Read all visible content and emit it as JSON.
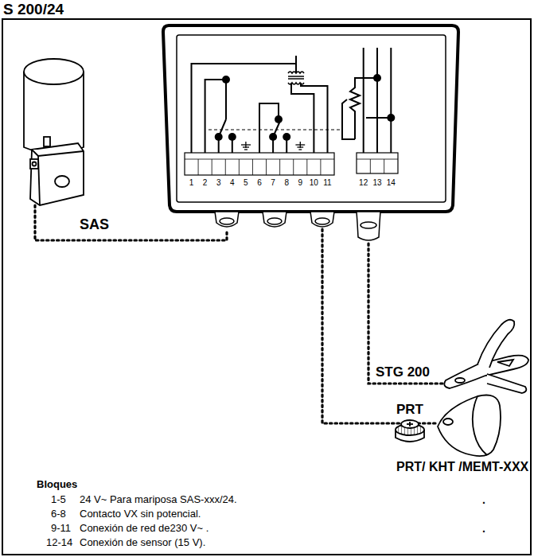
{
  "diagram": {
    "title": "S 200/24",
    "labels": [
      "1",
      "2",
      "3",
      "4",
      "5",
      "6",
      "7",
      "8",
      "9",
      "10",
      "11",
      "12",
      "13",
      "14",
      "SAS",
      "STG 200",
      "PRT",
      "PRT/ KHT /MEMT-XXX",
      "Bloques",
      "1-5",
      "24 V~ Para mariposa SAS-xxx/24.",
      "6-8",
      "Contacto VX sin potencial.",
      "9-11",
      "Conexión de red de230 V~ .",
      "12-14",
      "Conexión de sensor (15 V).",
      ".",
      "."
    ]
  }
}
